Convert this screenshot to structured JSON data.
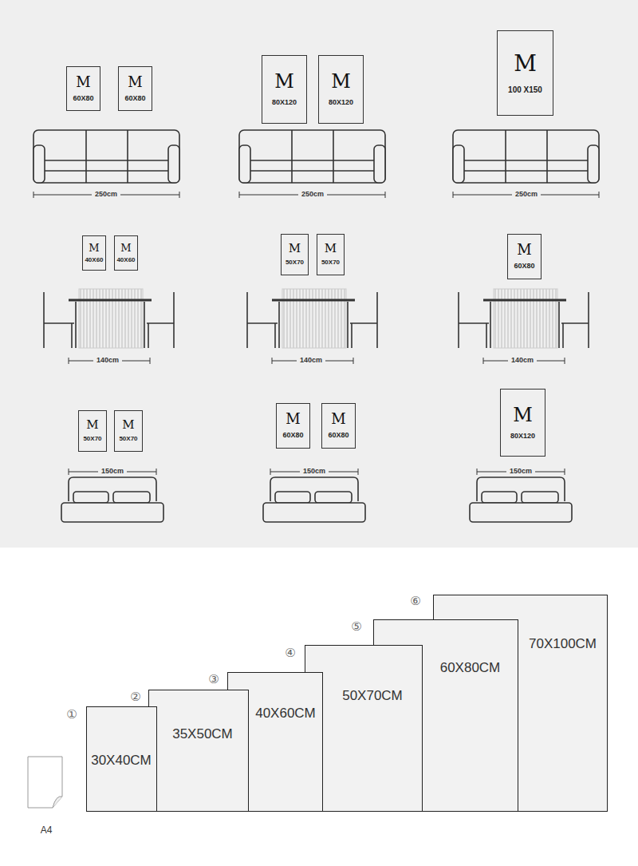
{
  "diagram": {
    "nodes": [
      {
        "text": [
          "M",
          "60X80"
        ]
      },
      {
        "text": [
          "M",
          "60X80"
        ]
      },
      {
        "text": [
          "M",
          "80X120"
        ]
      },
      {
        "text": [
          "M",
          "80X120"
        ]
      },
      {
        "text": [
          "M",
          "100 X150"
        ]
      },
      {
        "text": [
          "M",
          "40X60"
        ]
      },
      {
        "text": [
          "M",
          "40X60"
        ]
      },
      {
        "text": [
          "M",
          "50X70"
        ]
      },
      {
        "text": [
          "M",
          "50X70"
        ]
      },
      {
        "text": [
          "M",
          "60X80"
        ]
      },
      {
        "text": [
          "M",
          "50X70"
        ]
      },
      {
        "text": [
          "M",
          "50X70"
        ]
      },
      {
        "text": [
          "M",
          "60X80"
        ]
      },
      {
        "text": [
          "M",
          "60X80"
        ]
      },
      {
        "text": [
          "M",
          "80X120"
        ]
      },
      {
        "text": [
          "30X40CM"
        ]
      },
      {
        "text": [
          "35X50CM"
        ]
      },
      {
        "text": [
          "40X60CM"
        ]
      },
      {
        "text": [
          "50X70CM"
        ]
      },
      {
        "text": [
          "60X80CM"
        ]
      },
      {
        "text": [
          "70X100CM"
        ]
      }
    ],
    "labels": [
      "250cm",
      "250cm",
      "250cm",
      "140cm",
      "140cm",
      "140cm",
      "150cm",
      "150cm",
      "150cm",
      "①",
      "②",
      "③",
      "④",
      "⑤",
      "⑥",
      "A4"
    ]
  }
}
